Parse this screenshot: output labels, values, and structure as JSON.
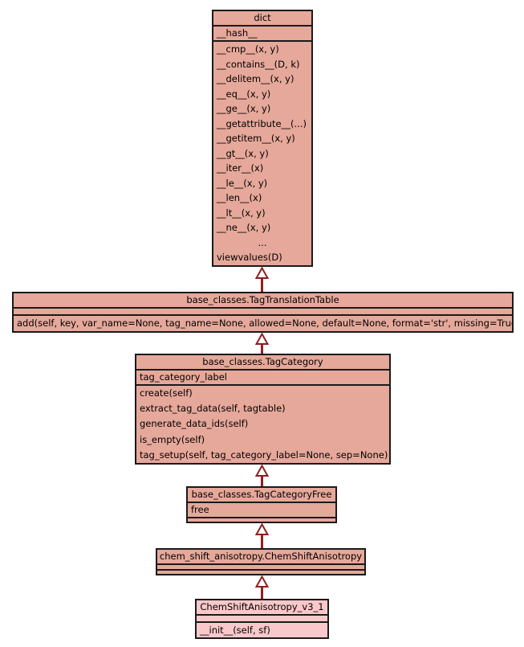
{
  "colors": {
    "background": "#ffffff",
    "class_fill": "#e6a89a",
    "highlight_fill": "#f9c8ca",
    "border": "#1a1a1a",
    "arrow": "#8f1f1f"
  },
  "classes": [
    {
      "title": "dict",
      "attributes": [
        "__hash__"
      ],
      "methods": [
        "__cmp__(x, y)",
        "__contains__(D, k)",
        "__delitem__(x, y)",
        "__eq__(x, y)",
        "__ge__(x, y)",
        "__getattribute__(...)",
        "__getitem__(x, y)",
        "__gt__(x, y)",
        "__iter__(x)",
        "__le__(x, y)",
        "__len__(x)",
        "__lt__(x, y)",
        "__ne__(x, y)",
        "...",
        "viewvalues(D)"
      ]
    },
    {
      "title": "base_classes.TagTranslationTable",
      "attributes": [],
      "methods": [
        "add(self, key, var_name=None, tag_name=None, allowed=None, default=None, format='str', missing=True)"
      ]
    },
    {
      "title": "base_classes.TagCategory",
      "attributes": [
        "tag_category_label"
      ],
      "methods": [
        "create(self)",
        "extract_tag_data(self, tagtable)",
        "generate_data_ids(self)",
        "is_empty(self)",
        "tag_setup(self, tag_category_label=None, sep=None)"
      ]
    },
    {
      "title": "base_classes.TagCategoryFree",
      "attributes": [
        "free"
      ],
      "methods": []
    },
    {
      "title": "chem_shift_anisotropy.ChemShiftAnisotropy",
      "attributes": [],
      "methods": []
    },
    {
      "title": "ChemShiftAnisotropy_v3_1",
      "attributes": [],
      "methods": [
        "__init__(self, sf)"
      ],
      "highlighted": true
    }
  ],
  "relationships": [
    {
      "child": "base_classes.TagTranslationTable",
      "parent": "dict",
      "type": "inheritance"
    },
    {
      "child": "base_classes.TagCategory",
      "parent": "base_classes.TagTranslationTable",
      "type": "inheritance"
    },
    {
      "child": "base_classes.TagCategoryFree",
      "parent": "base_classes.TagCategory",
      "type": "inheritance"
    },
    {
      "child": "chem_shift_anisotropy.ChemShiftAnisotropy",
      "parent": "base_classes.TagCategoryFree",
      "type": "inheritance"
    },
    {
      "child": "ChemShiftAnisotropy_v3_1",
      "parent": "chem_shift_anisotropy.ChemShiftAnisotropy",
      "type": "inheritance"
    }
  ]
}
